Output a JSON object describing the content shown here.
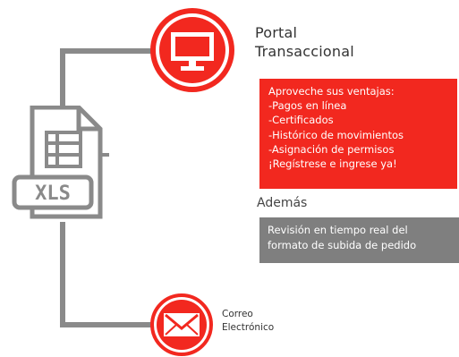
{
  "file_icon": {
    "label": "XLS",
    "icon": "xls-file-icon"
  },
  "portal": {
    "title_line1": "Portal",
    "title_line2": "Transaccional",
    "icon": "monitor-icon"
  },
  "benefits": {
    "lines": [
      "Aproveche sus ventajas:",
      "-Pagos en línea",
      "-Certificados",
      "-Histórico de movimientos",
      "-Asignación de permisos",
      "¡Regístrese e ingrese ya!"
    ]
  },
  "ademas": {
    "label": "Además",
    "lines": [
      "Revisión en tiempo real del",
      "formato de subida de pedido"
    ]
  },
  "email": {
    "line1": "Correo",
    "line2": "Electrónico",
    "icon": "envelope-icon"
  },
  "colors": {
    "accent": "#f2281f",
    "gray": "#7f7f7f",
    "line": "#8a8a8a"
  }
}
